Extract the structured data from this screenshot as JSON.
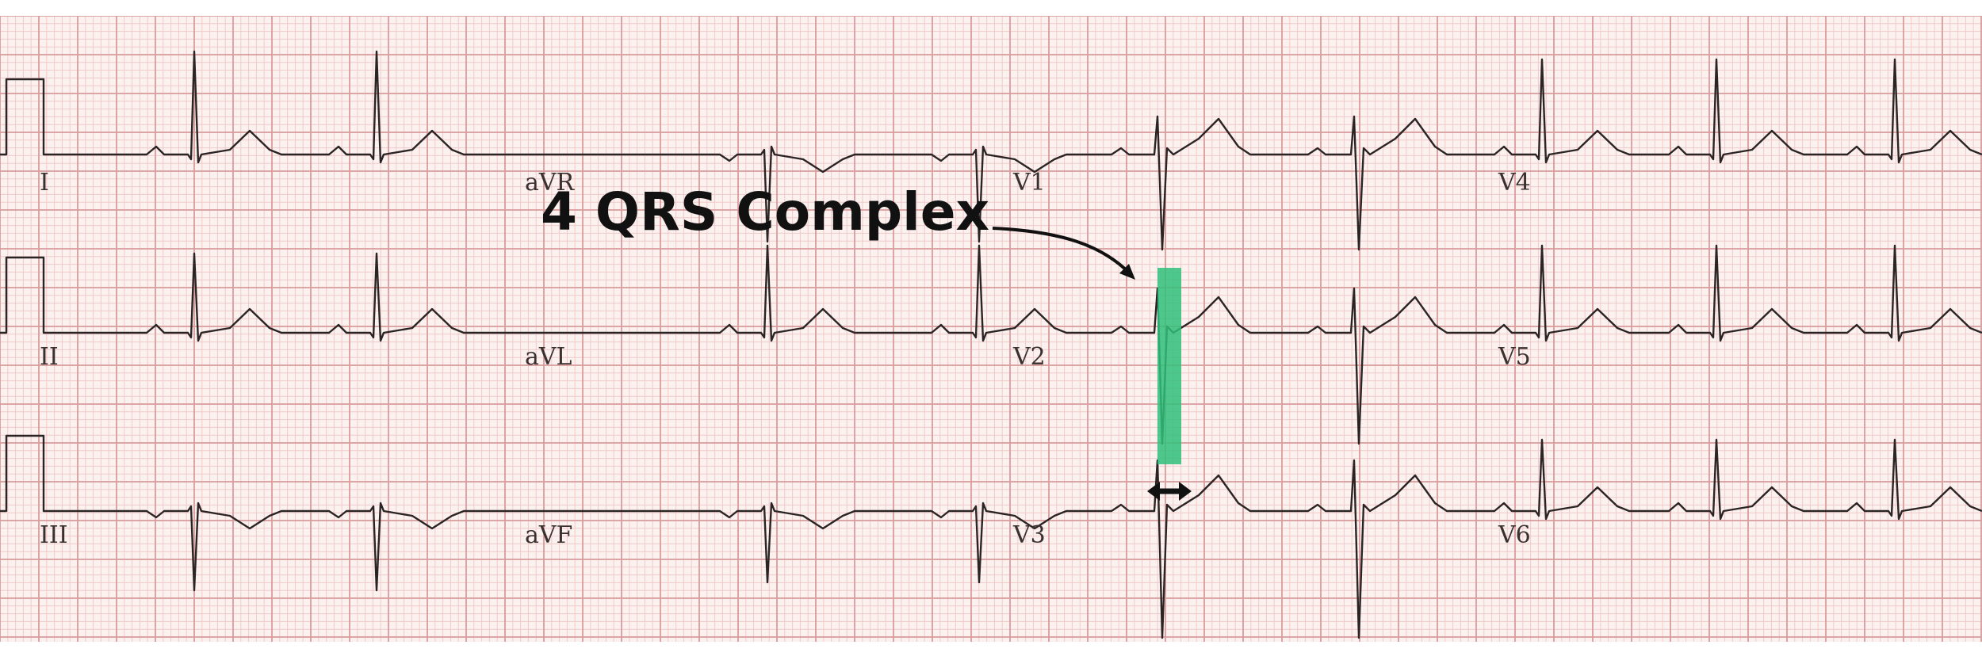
{
  "leads": {
    "row1": [
      "I",
      "aVR",
      "V1",
      "V4"
    ],
    "row2": [
      "II",
      "aVL",
      "V2",
      "V5"
    ],
    "row3": [
      "III",
      "aVF",
      "V3",
      "V6"
    ]
  },
  "annotation": {
    "text": "4 QRS Complex"
  },
  "colors": {
    "grid_minor": "#f0caca",
    "grid_major": "#d99c9c",
    "paper": "#fbf1ef",
    "trace": "#2b2424",
    "highlight": "#2fbf7a",
    "arrow": "#111111"
  }
}
